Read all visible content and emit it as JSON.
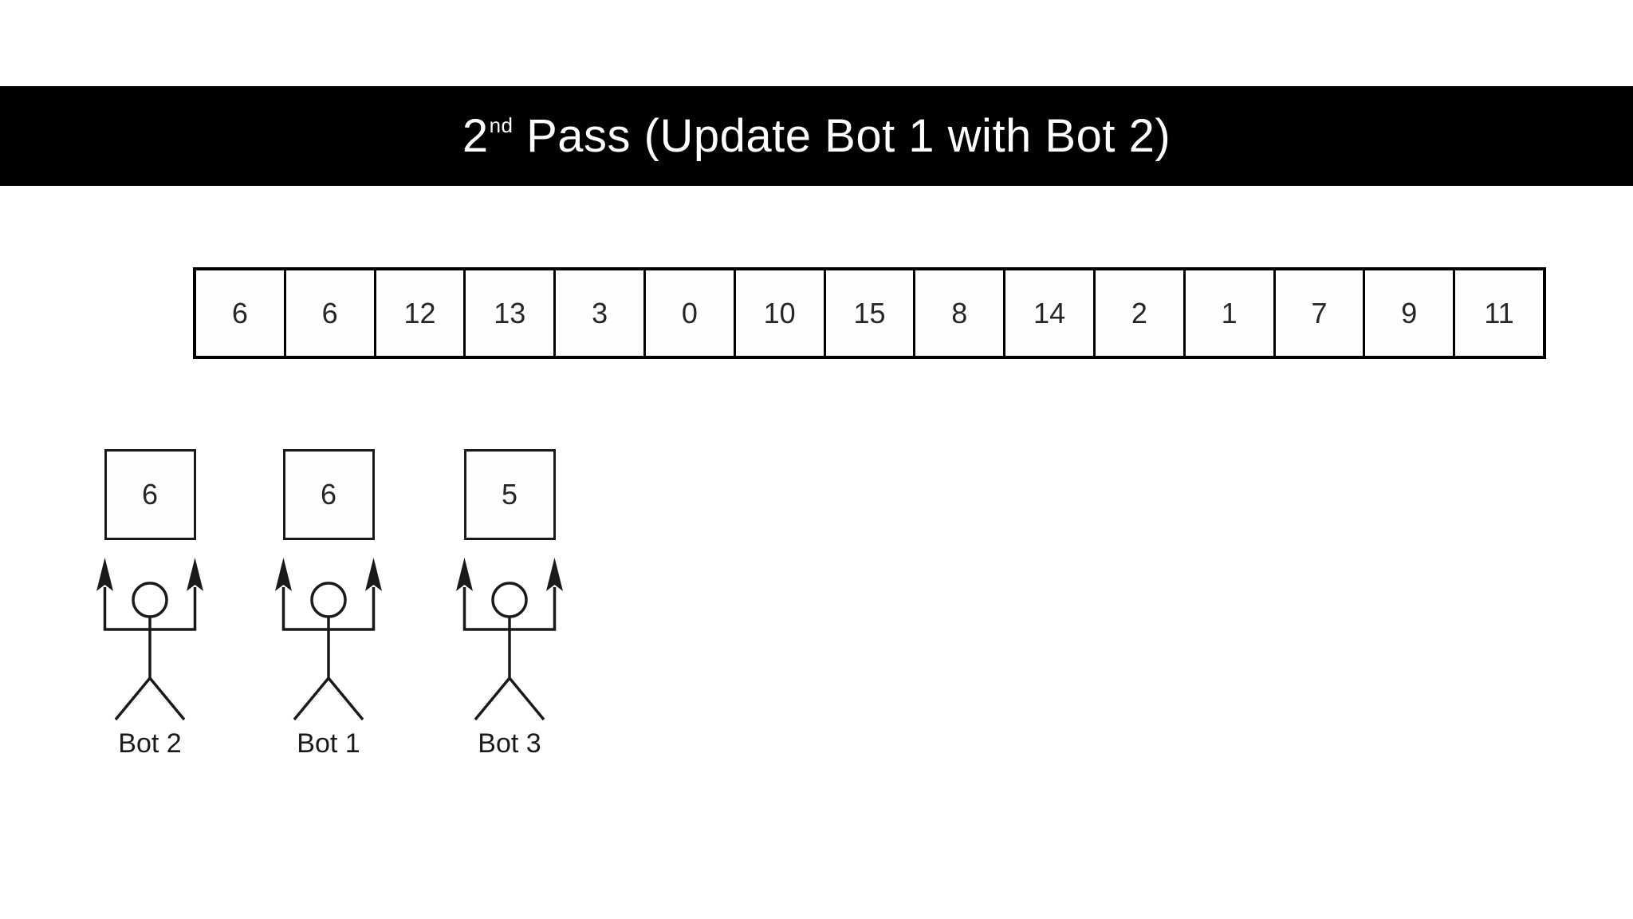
{
  "banner": {
    "title_number": "2",
    "title_ordinal": "nd",
    "title_rest": " Pass (Update Bot 1 with Bot 2)",
    "background": "#000000",
    "text_color": "#ffffff"
  },
  "array": {
    "cells": [
      "6",
      "6",
      "12",
      "13",
      "3",
      "0",
      "10",
      "15",
      "8",
      "14",
      "2",
      "1",
      "7",
      "9",
      "11"
    ],
    "border_color": "#000000",
    "text_color": "#262626"
  },
  "bots": [
    {
      "label": "Bot 2",
      "value": "6"
    },
    {
      "label": "Bot 1",
      "value": "6"
    },
    {
      "label": "Bot 3",
      "value": "5"
    }
  ],
  "figure": {
    "stroke_color": "#1a1a1a"
  },
  "page": {
    "background": "#ffffff"
  }
}
